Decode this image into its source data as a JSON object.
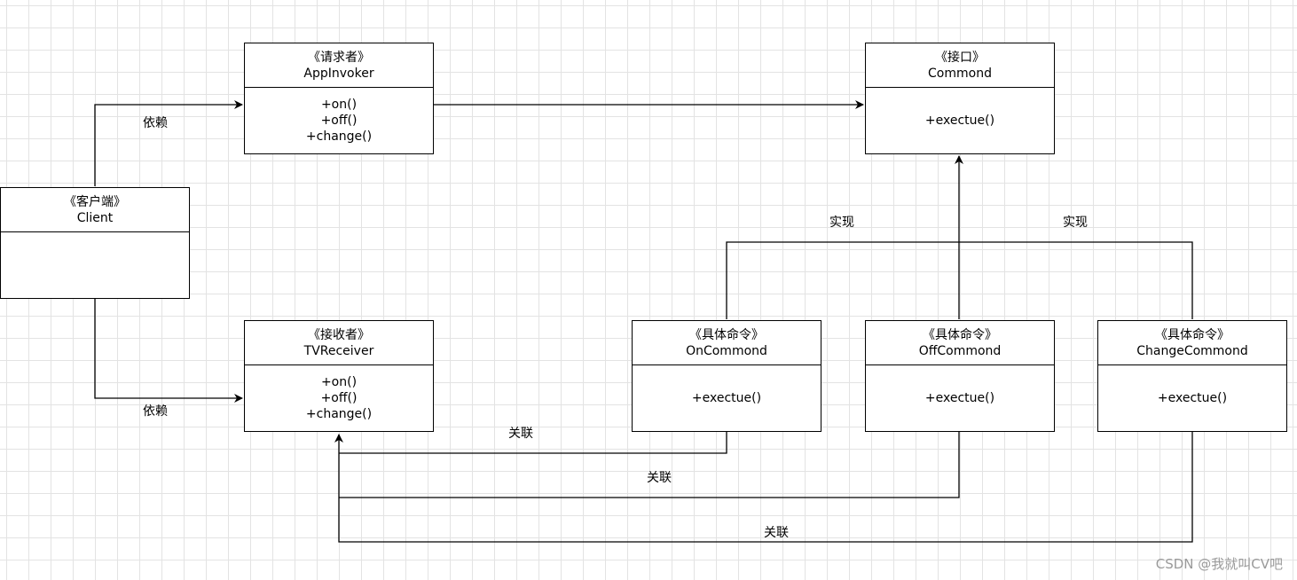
{
  "classes": {
    "invoker": {
      "stereotype": "《请求者》",
      "name": "AppInvoker",
      "members": [
        "+on()",
        "+off()",
        "+change()"
      ]
    },
    "command": {
      "stereotype": "《接口》",
      "name": "Commond",
      "members": [
        "+exectue()"
      ]
    },
    "client": {
      "stereotype": "《客户端》",
      "name": "Client",
      "members": []
    },
    "receiver": {
      "stereotype": "《接收者》",
      "name": "TVReceiver",
      "members": [
        "+on()",
        "+off()",
        "+change()"
      ]
    },
    "on": {
      "stereotype": "《具体命令》",
      "name": "OnCommond",
      "members": [
        "+exectue()"
      ]
    },
    "off": {
      "stereotype": "《具体命令》",
      "name": "OffCommond",
      "members": [
        "+exectue()"
      ]
    },
    "change": {
      "stereotype": "《具体命令》",
      "name": "ChangeCommond",
      "members": [
        "+exectue()"
      ]
    }
  },
  "relations": {
    "dep_invoker": "依赖",
    "dep_receiver": "依赖",
    "impl_left": "实现",
    "impl_right": "实现",
    "assoc_on": "关联",
    "assoc_off": "关联",
    "assoc_change": "关联"
  },
  "watermark": "CSDN @我就叫CV吧",
  "colors": {
    "line": "#000000",
    "grid": "#e3e3e3",
    "watermark": "#9a9a9a"
  }
}
